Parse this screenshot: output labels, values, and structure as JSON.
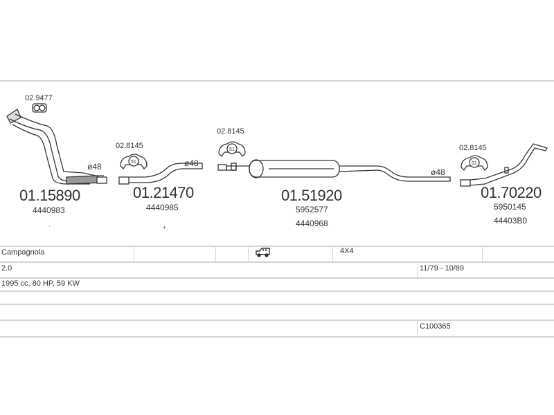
{
  "parts": [
    {
      "number": "01.15890",
      "refs": [
        "4440983"
      ],
      "diameter": "ø48",
      "clamp": "02.9477"
    },
    {
      "number": "01.21470",
      "refs": [
        "4440985"
      ],
      "diameter": "ø48",
      "clamp": "02.8145",
      "clamp_size": "51"
    },
    {
      "number": "01.51920",
      "refs": [
        "5952577",
        "4440968"
      ],
      "diameter": "ø48",
      "clamp": "02.8145",
      "clamp_size": "51"
    },
    {
      "number": "01.70220",
      "refs": [
        "5950145",
        "44403B0"
      ],
      "clamp": "02.8145",
      "clamp_size": "51"
    }
  ],
  "vehicle": {
    "model": "Campagnola",
    "body_icon": "suv-icon",
    "drive": "4X4",
    "engine": "2.0",
    "years": "11/79 - 10/89",
    "specs": "1995 cc, 80 HP, 59 KW",
    "code": "C100365"
  }
}
